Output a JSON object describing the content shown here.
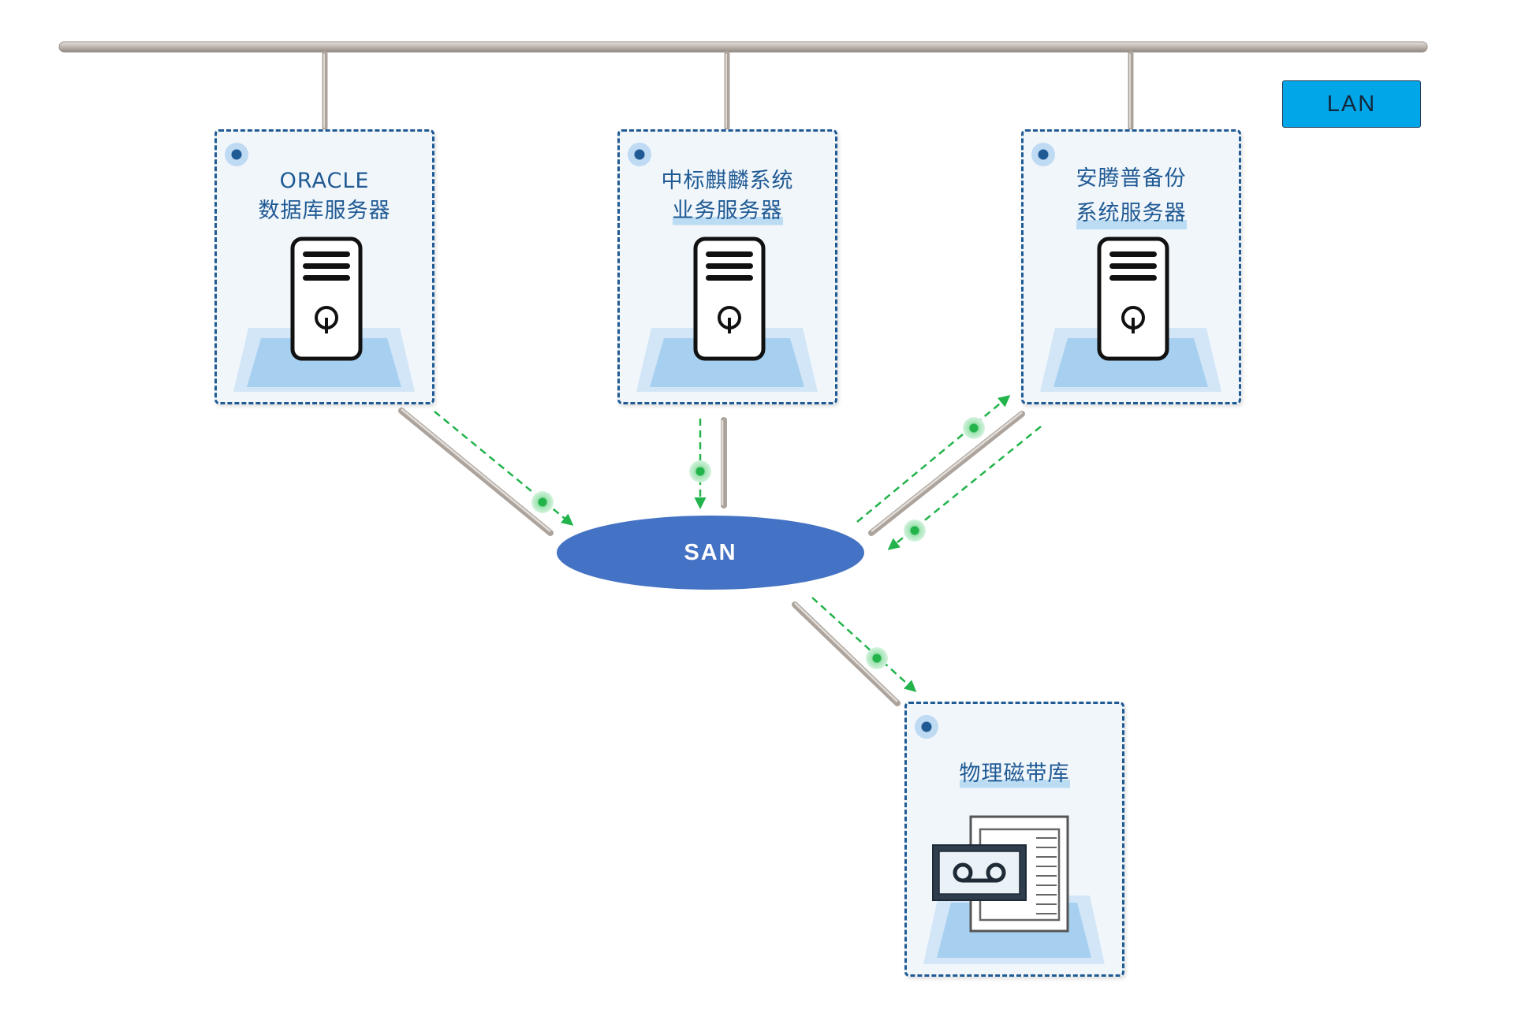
{
  "lan": {
    "label": "LAN"
  },
  "san": {
    "label": "SAN"
  },
  "nodes": {
    "oracle": {
      "line1": "ORACLE",
      "line2": "数据库服务器",
      "icon": "server-icon"
    },
    "kylin": {
      "line1": "中标麒麟系统",
      "line2": "业务服务器",
      "icon": "server-icon"
    },
    "backup": {
      "line1": "安腾普备份",
      "line2": "系统服务器",
      "icon": "server-icon"
    },
    "tape": {
      "line1": "物理磁带库",
      "icon": "tape-library-icon"
    }
  },
  "colors": {
    "node_border": "#1f5a94",
    "node_fill": "#f1f6fb",
    "label_text": "#1f5a94",
    "label_highlight": "#bcdcf4",
    "lan_badge": "#00a6e8",
    "san_ellipse": "#4472c4",
    "cable": "#c4bdb6",
    "dataflow": "#22b34b"
  }
}
